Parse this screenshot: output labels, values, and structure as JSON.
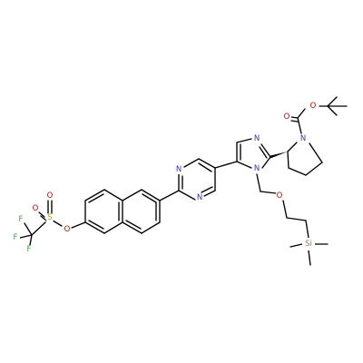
{
  "colors": {
    "bond": "#000000",
    "N": "#3333cc",
    "O": "#cc0000",
    "F": "#33aa33",
    "S": "#b8a000",
    "Si": "#997755",
    "background": "#ffffff"
  },
  "molecule": {
    "atoms": [
      {
        "id": "N_pyr",
        "text": "N",
        "element": "N"
      },
      {
        "id": "O_carbonyl",
        "text": "O",
        "element": "O"
      },
      {
        "id": "O_ester",
        "text": "O",
        "element": "O"
      },
      {
        "id": "N_im3",
        "text": "N",
        "element": "N"
      },
      {
        "id": "N_im1",
        "text": "N",
        "element": "N"
      },
      {
        "id": "O_ether",
        "text": "O",
        "element": "O"
      },
      {
        "id": "Si",
        "text": "Si",
        "element": "Si"
      },
      {
        "id": "N_pz1",
        "text": "N",
        "element": "N"
      },
      {
        "id": "N_pz2",
        "text": "N",
        "element": "N"
      },
      {
        "id": "O_triflate",
        "text": "O",
        "element": "O"
      },
      {
        "id": "S",
        "text": "S",
        "element": "S"
      },
      {
        "id": "O_s1",
        "text": "O",
        "element": "O"
      },
      {
        "id": "O_s2",
        "text": "O",
        "element": "O"
      },
      {
        "id": "F1",
        "text": "F",
        "element": "F"
      },
      {
        "id": "F2",
        "text": "F",
        "element": "F"
      },
      {
        "id": "F3",
        "text": "F",
        "element": "F"
      }
    ]
  }
}
